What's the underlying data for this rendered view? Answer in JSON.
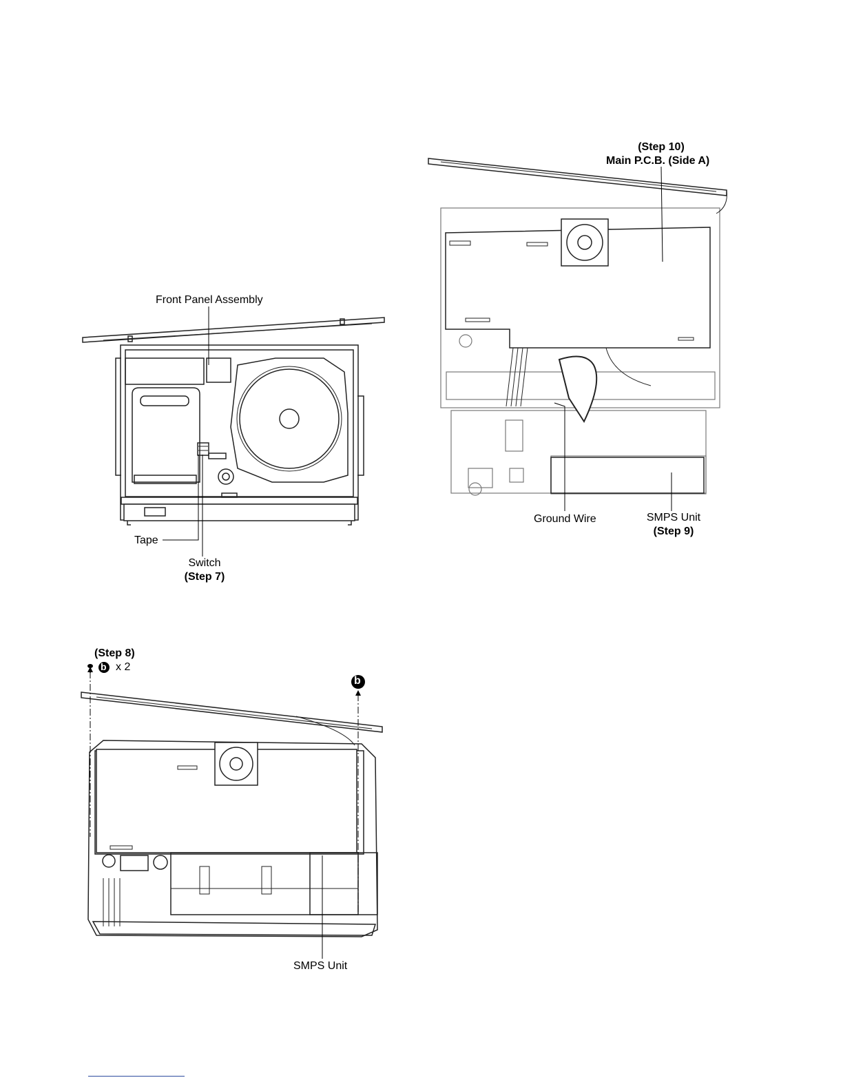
{
  "fig1": {
    "front_panel_label": "Front Panel Assembly",
    "tape_label": "Tape",
    "switch_label": "Switch",
    "step7_label": "(Step 7)"
  },
  "fig2": {
    "step10_label": "(Step 10)",
    "main_pcb_label": "Main P.C.B. (Side A)",
    "ground_wire_label": "Ground Wire",
    "smps_label": "SMPS Unit",
    "step9_label": "(Step 9)"
  },
  "fig3": {
    "step8_label": "(Step 8)",
    "screw_letter": "b",
    "screw_count": "x 2",
    "screw_letter_right": "b",
    "smps_label": "SMPS Unit"
  }
}
